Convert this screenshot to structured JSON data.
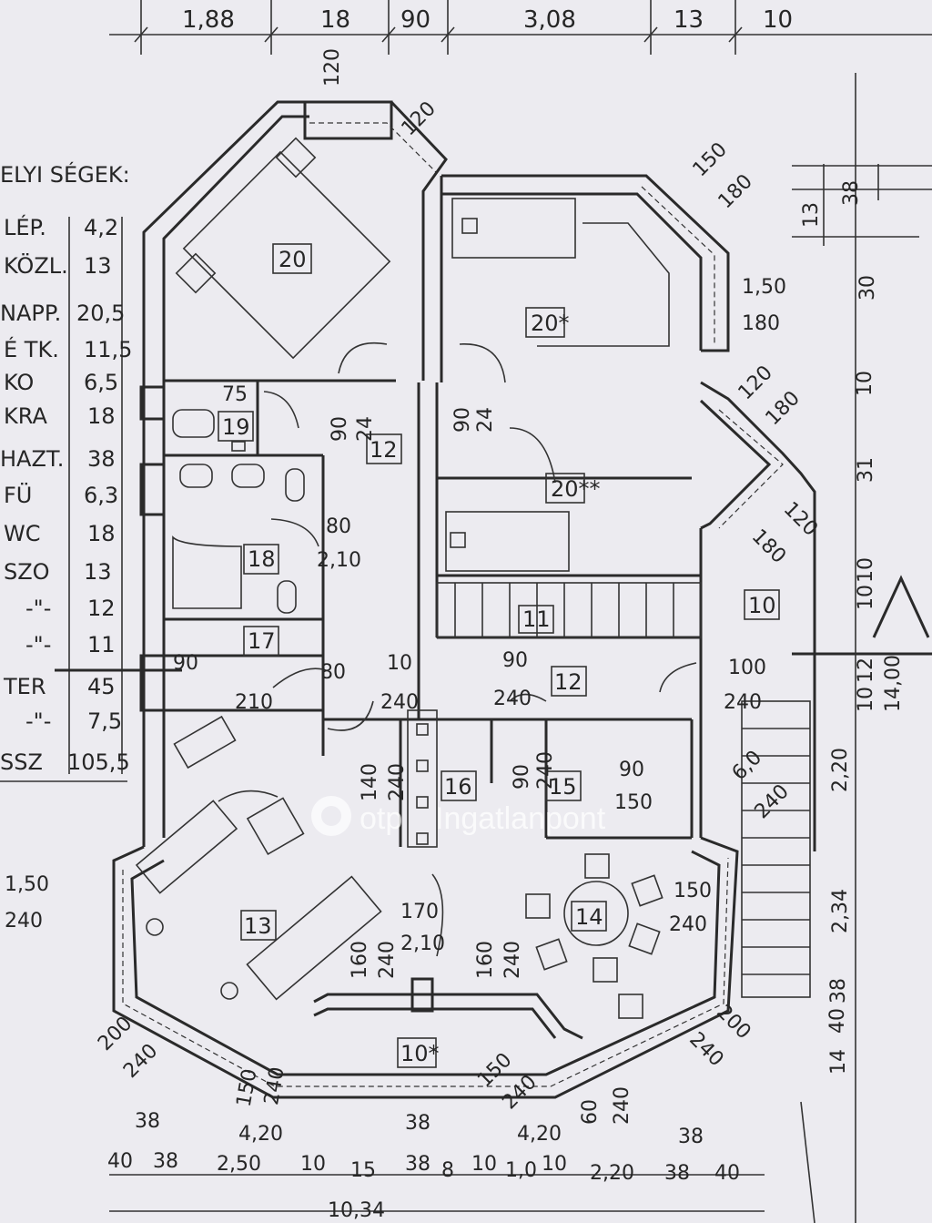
{
  "legend": {
    "title": "ELYI SÉGEK:",
    "rows": [
      {
        "label": "LÉP.",
        "value": "4,2"
      },
      {
        "label": "KÖZL.",
        "value": "13"
      },
      {
        "label": "NAPP.",
        "value": "20,5"
      },
      {
        "label": "É TK.",
        "value": "11,5"
      },
      {
        "label": "KO",
        "value": "6,5"
      },
      {
        "label": "KRA",
        "value": "18"
      },
      {
        "label": "HAZT.",
        "value": "38"
      },
      {
        "label": "FÜ",
        "value": "6,3"
      },
      {
        "label": "WC",
        "value": "18"
      },
      {
        "label": "SZO",
        "value": "13"
      },
      {
        "label": "-\"-",
        "value": "12"
      },
      {
        "label": "-\"-",
        "value": "11"
      },
      {
        "label": "TER",
        "value": "45"
      },
      {
        "label": "-\"-",
        "value": "7,5"
      },
      {
        "label": "SSZ",
        "value": "105,5"
      }
    ]
  },
  "top_dims": [
    "1,88",
    "18",
    "90",
    "3,08",
    "13",
    "10"
  ],
  "right_dims": [
    "38",
    "13",
    "30",
    "10",
    "31",
    "10",
    "10",
    "12",
    "10",
    "14,00",
    "2,20",
    "2,34",
    "38",
    "40",
    "14"
  ],
  "bottom_dims": {
    "row1": [
      "38",
      "38",
      "38"
    ],
    "row2": [
      "4,20",
      "4,20"
    ],
    "row3": [
      "40",
      "38",
      "2,50",
      "10",
      "15",
      "38",
      "8",
      "10",
      "1,0",
      "10",
      "2,20",
      "38",
      "40"
    ],
    "total": "10,34"
  },
  "rooms": [
    {
      "id": "20",
      "label": "20"
    },
    {
      "id": "20a",
      "label": "20*"
    },
    {
      "id": "20b",
      "label": "20**"
    },
    {
      "id": "19",
      "label": "19"
    },
    {
      "id": "12a",
      "label": "12"
    },
    {
      "id": "18",
      "label": "18"
    },
    {
      "id": "17",
      "label": "17"
    },
    {
      "id": "11",
      "label": "11"
    },
    {
      "id": "10a",
      "label": "10"
    },
    {
      "id": "12b",
      "label": "12"
    },
    {
      "id": "16",
      "label": "16"
    },
    {
      "id": "15",
      "label": "15"
    },
    {
      "id": "13",
      "label": "13"
    },
    {
      "id": "14",
      "label": "14"
    },
    {
      "id": "10b",
      "label": "10*"
    }
  ],
  "openings": [
    "120",
    "120",
    "150",
    "180",
    "1,50",
    "180",
    "120",
    "180",
    "120",
    "180",
    "75",
    "90",
    "24",
    "90",
    "24",
    "80",
    "2,10",
    "90",
    "210",
    "80",
    "10",
    "240",
    "90",
    "240",
    "100",
    "240",
    "90",
    "150",
    "140",
    "240",
    "90",
    "240",
    "1,50",
    "240",
    "170",
    "2,10",
    "160",
    "240",
    "160",
    "240",
    "150",
    "240",
    "200",
    "240",
    "200",
    "240",
    "150",
    "240",
    "60",
    "240",
    "150",
    "240",
    "6,0",
    "240"
  ],
  "watermark": {
    "brand": "otp",
    "suffix": "Ingatlanpont"
  }
}
